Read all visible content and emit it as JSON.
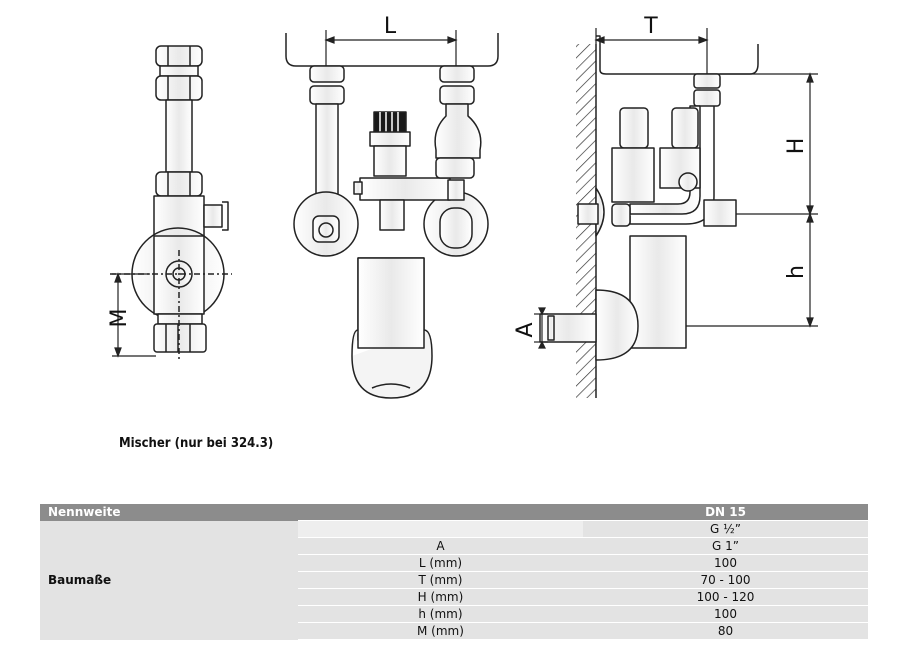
{
  "drawing": {
    "dim_labels": {
      "L": "L",
      "T": "T",
      "H": "H",
      "h": "h",
      "M": "M",
      "A": "A"
    }
  },
  "caption": "Mischer (nur bei 324.3)",
  "table": {
    "header": {
      "label": "Nennweite",
      "value": "DN 15"
    },
    "group_label": "Baumaße",
    "rows": [
      {
        "param": "",
        "value": "G ½”"
      },
      {
        "param": "A",
        "value": "G 1”"
      },
      {
        "param": "L (mm)",
        "value": "100"
      },
      {
        "param": "T (mm)",
        "value": "70 - 100"
      },
      {
        "param": "H (mm)",
        "value": "100 - 120"
      },
      {
        "param": "h (mm)",
        "value": "100"
      },
      {
        "param": "M (mm)",
        "value": "80"
      }
    ]
  }
}
